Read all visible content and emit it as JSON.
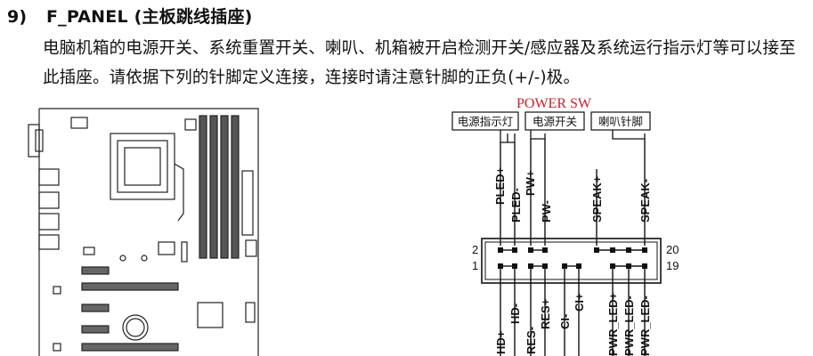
{
  "heading": {
    "number": "9)",
    "title": "F_PANEL (主板跳线插座)"
  },
  "paragraph": "电脑机箱的电源开关、系统重置开关、喇叭、机箱被开启检测开关/感应器及系统运行指示灯等可以接至此插座。请依据下列的针脚定义连接，连接时请注意针脚的正负(+/-)极。",
  "diagram": {
    "power_sw_label": "POWER SW",
    "groups": [
      "电源指示灯",
      "电源开关",
      "喇叭针脚"
    ],
    "top_pins": [
      "PLED+",
      "PLED-",
      "PW+",
      "PW-",
      "SPEAK+",
      "SPEAK-"
    ],
    "bottom_pins": [
      "HD+",
      "HD-",
      "RES-",
      "RES+",
      "CI-",
      "CI+",
      "PWR_LED+",
      "PWR_LED-",
      "PWR_LED-"
    ],
    "row_numbers": {
      "top_left": "2",
      "bottom_left": "1",
      "top_right": "20",
      "bottom_right": "19"
    }
  }
}
